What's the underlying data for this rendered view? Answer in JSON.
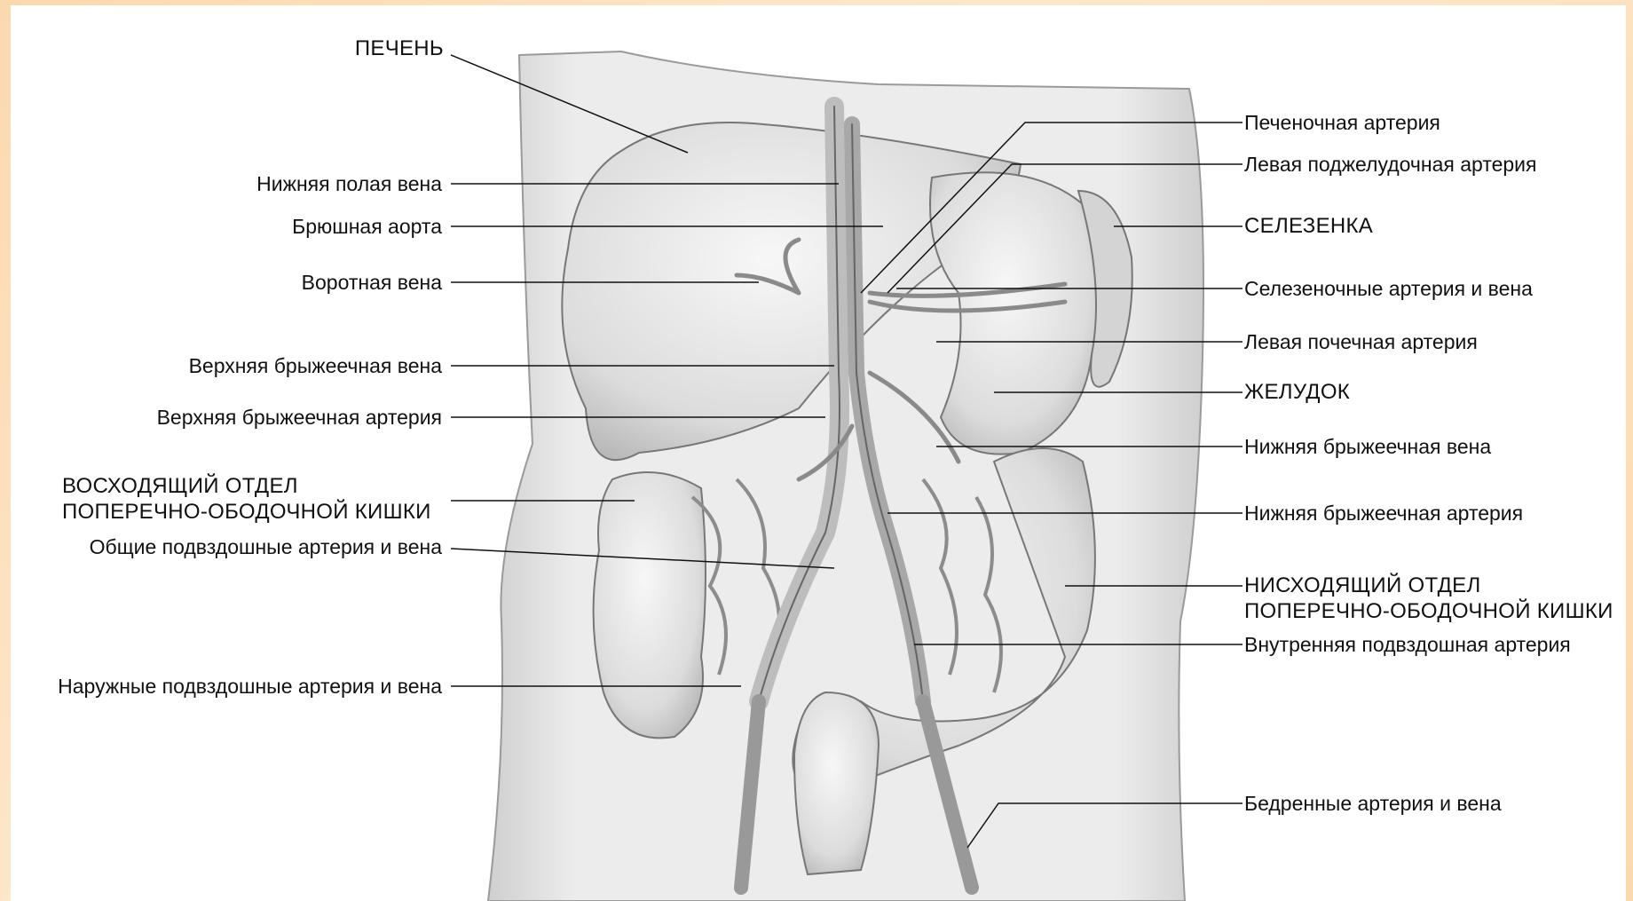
{
  "labels_left": {
    "liver": "ПЕЧЕНЬ",
    "ivc": "Нижняя полая вена",
    "aorta": "Брюшная аорта",
    "portal_vein": "Воротная вена",
    "sup_mesenteric_vein": "Верхняя брыжеечная вена",
    "sup_mesenteric_artery": "Верхняя брыжеечная артерия",
    "ascending_colon_1": "ВОСХОДЯЩИЙ ОТДЕЛ",
    "ascending_colon_2": "ПОПЕРЕЧНО-ОБОДОЧНОЙ КИШКИ",
    "common_iliac": "Общие подвздошные артерия и вена",
    "external_iliac": "Наружные подвздошные артерия и вена"
  },
  "labels_right": {
    "hepatic_artery": "Печеночная артерия",
    "left_gastric_artery": "Левая поджелудочная артерия",
    "spleen": "СЕЛЕЗЕНКА",
    "splenic_av": "Селезеночные артерия и вена",
    "left_renal_artery": "Левая почечная артерия",
    "stomach": "ЖЕЛУДОК",
    "inf_mesenteric_vein": "Нижняя брыжеечная вена",
    "inf_mesenteric_artery": "Нижняя брыжеечная артерия",
    "descending_colon_1": "НИСХОДЯЩИЙ ОТДЕЛ",
    "descending_colon_2": "ПОПЕРЕЧНО-ОБОДОЧНОЙ КИШКИ",
    "internal_iliac": "Внутренняя подвздошная артерия",
    "femoral": "Бедренные артерия и вена"
  }
}
